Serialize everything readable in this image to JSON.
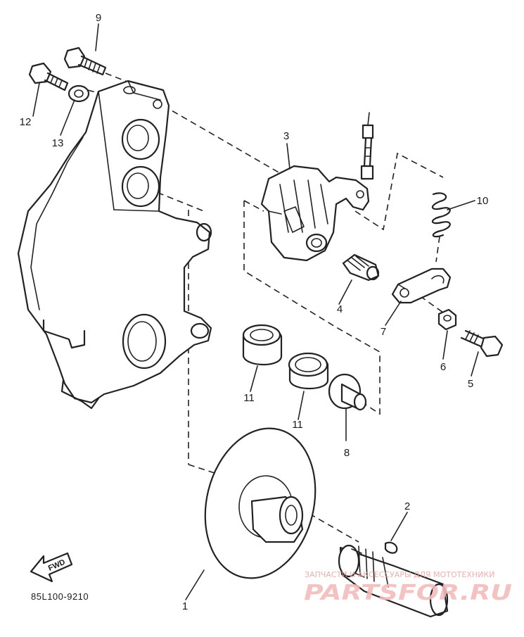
{
  "callouts": {
    "p1": "1",
    "p2": "2",
    "p3": "3",
    "p4": "4",
    "p5": "5",
    "p6": "6",
    "p7": "7",
    "p8": "8",
    "p9": "9",
    "p10": "10",
    "p11a": "11",
    "p11b": "11",
    "p12": "12",
    "p13": "13"
  },
  "fwd_label": "FWD",
  "drawing_code": "85L100-9210",
  "watermark": {
    "tagline": "ЗАПЧАСТИ И АКСЕССУАРЫ ДЛЯ МОТОТЕХНИКИ",
    "brand": "PARTSFOR.RU"
  }
}
